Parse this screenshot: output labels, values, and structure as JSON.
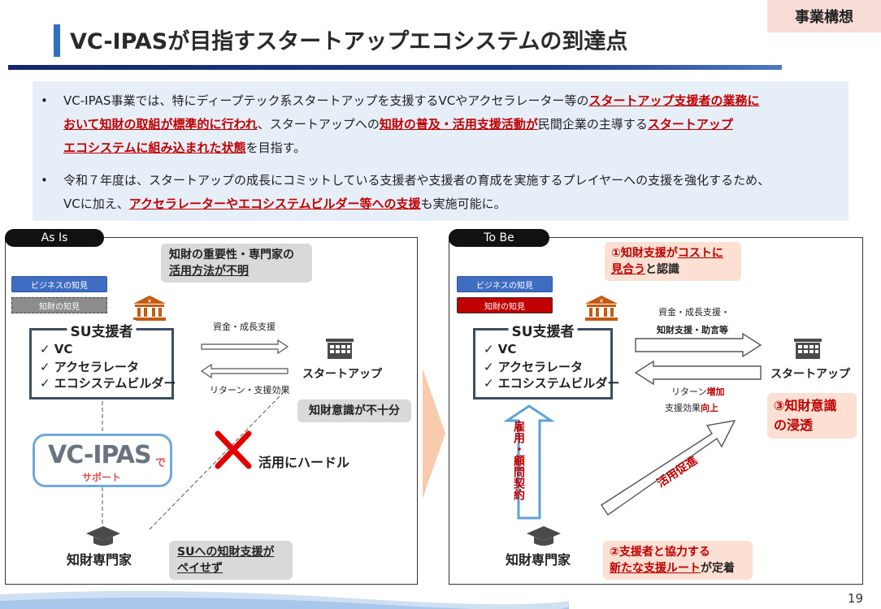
{
  "header": {
    "tag": "事業構想",
    "title": "VC-IPASが目指すスタートアップエコシステムの到達点"
  },
  "intro": {
    "b1_a": "VC-IPAS事業では、特にディープテック系スタートアップを支援するVCやアクセラレーター等の",
    "b1_hl1a": "スタートアップ支援者の業務に",
    "b1_hl1b": "おいて知財の取組が標準的に行われ",
    "b1_b": "、スタートアップへの",
    "b1_hl2": "知財の普及・活用支援活動が",
    "b1_c": "民間企業の主導する",
    "b1_hl3a": "スタートアップ",
    "b1_hl3b": "エコシステムに組み込まれた状態",
    "b1_d": "を目指す。",
    "b2_a": "令和７年度は、スタートアップの成長にコミットしている支援者や支援者の育成を実施するプレイヤーへの支援を強化するため、",
    "b2_b": "VCに加え、",
    "b2_hl": "アクセラレーターやエコシステムビルダー等への支援",
    "b2_c": "も実施可能に。",
    "bullet": "•"
  },
  "asis": {
    "tab": "As Is",
    "chip_biz": "ビジネスの知見",
    "chip_ip": "知財の知見",
    "bubble_top_1": "知財の重要性・専門家の",
    "bubble_top_2": "活用方法が不明",
    "su_title": "SU支援者",
    "su_items": [
      "✓ VC",
      "✓ アクセラレータ",
      "✓ エコシステムビルダー"
    ],
    "fund": "資金・成長支援",
    "return": "リターン・支援効果",
    "startup": "スタートアップ",
    "awareness": "知財意識が不十分",
    "hurdle": "活用にハードル",
    "vcipas_logo": "VC-IPAS",
    "vcipas_de": "で",
    "vcipas_support": "サポート",
    "expert": "知財専門家",
    "bubble_bottom_1": "SUへの知財支援が",
    "bubble_bottom_2": "ペイせず"
  },
  "tobe": {
    "tab": "To Be",
    "chip_biz": "ビジネスの知見",
    "chip_ip": "知財の知見",
    "bubble1_a": "①知財支援が",
    "bubble1_b": "コストに",
    "bubble1_c": "見合う",
    "bubble1_d": "と認識",
    "su_title": "SU支援者",
    "su_items": [
      "✓ VC",
      "✓ アクセラレータ",
      "✓ エコシステムビルダー"
    ],
    "fund_1": "資金・成長支援・",
    "fund_2": "知財支援・助言等",
    "return_a": "リターン",
    "return_b": "増加",
    "effect_a": "支援効果",
    "effect_b": "向上",
    "startup": "スタートアップ",
    "bubble3_1": "③知財意識",
    "bubble3_2": "の浸透",
    "vertical": "雇用・顧問契約",
    "promotion": "活用促進",
    "expert": "知財専門家",
    "bubble2_1": "②支援者と協力する",
    "bubble2_2a": "新たな支援ルート",
    "bubble2_2b": "が定着"
  },
  "page_number": "19"
}
